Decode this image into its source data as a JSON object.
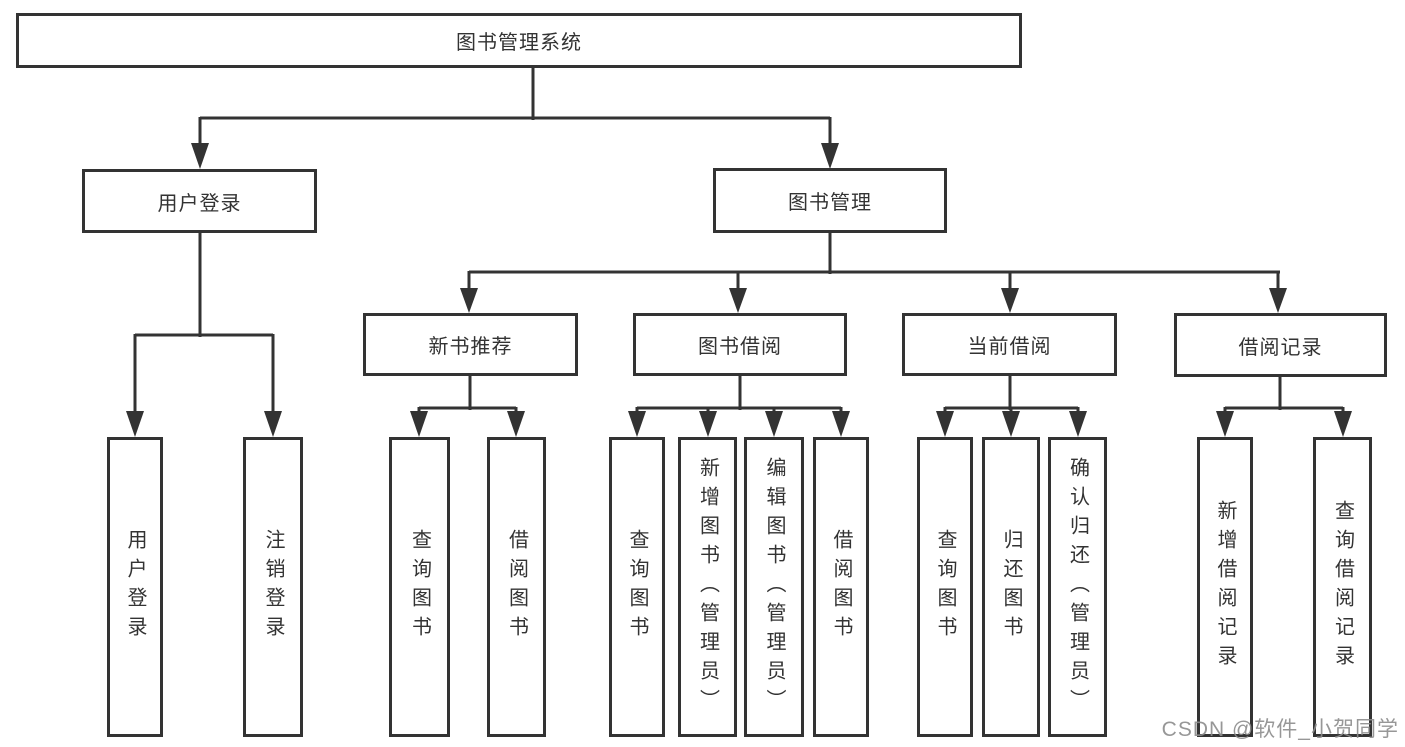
{
  "watermark": "CSDN @软件_小贺同学",
  "colors": {
    "line": "#333333",
    "box_border": "#333333",
    "box_background": "#ffffff",
    "text": "#333333",
    "watermark": "#8c8c8c"
  },
  "tree": {
    "label": "图书管理系统",
    "children": [
      {
        "label": "用户登录",
        "children": [
          {
            "label": "用户登录"
          },
          {
            "label": "注销登录"
          }
        ]
      },
      {
        "label": "图书管理",
        "children": [
          {
            "label": "新书推荐",
            "children": [
              {
                "label": "查询图书"
              },
              {
                "label": "借阅图书"
              }
            ]
          },
          {
            "label": "图书借阅",
            "children": [
              {
                "label": "查询图书"
              },
              {
                "label": "新增图书（管理员）"
              },
              {
                "label": "编辑图书（管理员）"
              },
              {
                "label": "借阅图书"
              }
            ]
          },
          {
            "label": "当前借阅",
            "children": [
              {
                "label": "查询图书"
              },
              {
                "label": "归还图书"
              },
              {
                "label": "确认归还（管理员）"
              }
            ]
          },
          {
            "label": "借阅记录",
            "children": [
              {
                "label": "新增借阅记录"
              },
              {
                "label": "查询借阅记录"
              }
            ]
          }
        ]
      }
    ]
  }
}
